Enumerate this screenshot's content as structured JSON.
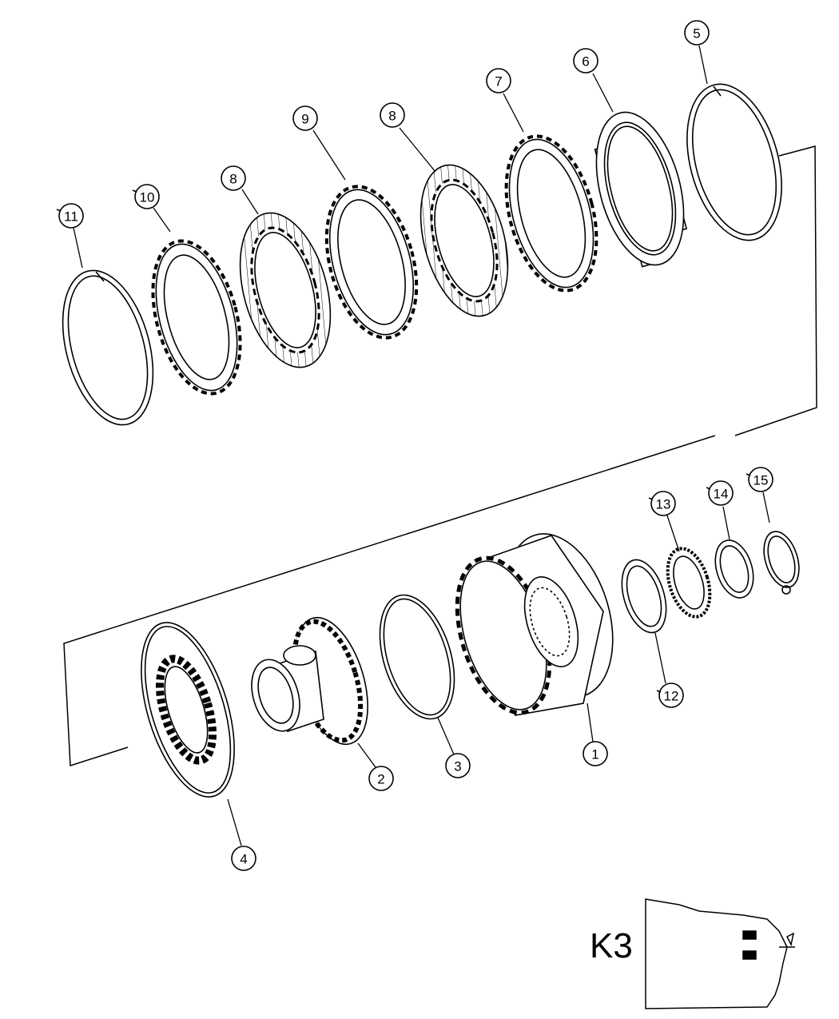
{
  "section_label": "K3",
  "callouts": [
    "1",
    "2",
    "3",
    "4",
    "5",
    "6",
    "7",
    "8",
    "9",
    "10",
    "11",
    "12",
    "13",
    "14",
    "15"
  ]
}
